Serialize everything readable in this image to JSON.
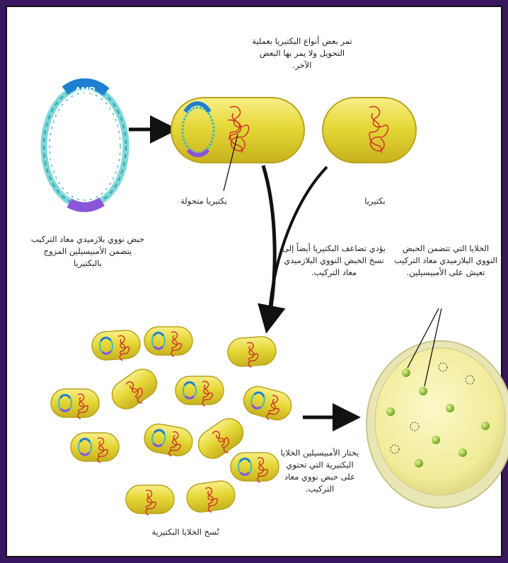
{
  "labels": {
    "plasmid_caption": "حبض نووي بلازميدي معاد التركيب يتضمن الأمبيسيلين المزوج بالبكتيريا",
    "amp_tag": "AMP",
    "transformation_note": "تمر بعض أنواع البكتيريا بعملية التحويل ولا يمر بها البعض الآخر.",
    "transformed_bacteria": "بكتيريا متحولة",
    "bacteria": "بكتيريا",
    "replication_note": "يؤدي تضاعف البكتيريا أيضاً إلى نسخ الحبض النووي البلازميدي معاد التركيب.",
    "survivors_note": "الخلايا التي تتضمن الحبض النووي البلازميدي معاد التركيب تعيش على الأمبيسيلين.",
    "selection_note": "يختار الأمبيسيلين الخلايا البكتيرية التي تحتوي على حبض نووي معاد التركيب.",
    "clones_caption": "نُسخ الخلايا البكتيرية"
  },
  "colors": {
    "frame": "#3a1560",
    "bacteria_fill": "#e6d838",
    "bacteria_edge": "#b9a21a",
    "dna_strand": "#3cbcc0",
    "amp_segment": "#1f7fd0",
    "insert_segment": "#8a55d8",
    "chromosome": "#d0302a",
    "dish_agar": "#f4f0a4",
    "colony": "#9ccd2c"
  }
}
